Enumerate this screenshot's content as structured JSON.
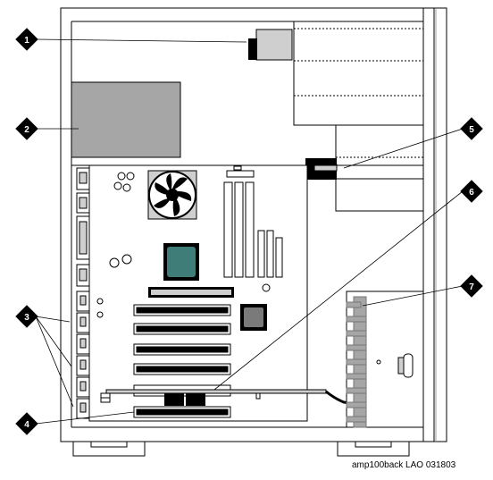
{
  "caption": "amp100back LAO 031803",
  "callouts": [
    {
      "id": "1",
      "label": "1"
    },
    {
      "id": "2",
      "label": "2"
    },
    {
      "id": "3",
      "label": "3"
    },
    {
      "id": "4",
      "label": "4"
    },
    {
      "id": "5",
      "label": "5"
    },
    {
      "id": "6",
      "label": "6"
    },
    {
      "id": "7",
      "label": "7"
    }
  ],
  "colors": {
    "outline": "#000000",
    "component_gray": "#a6a6a6",
    "light_gray": "#cfcfcf",
    "chip_teal": "#3f7d78",
    "callout_fill": "#000000"
  }
}
